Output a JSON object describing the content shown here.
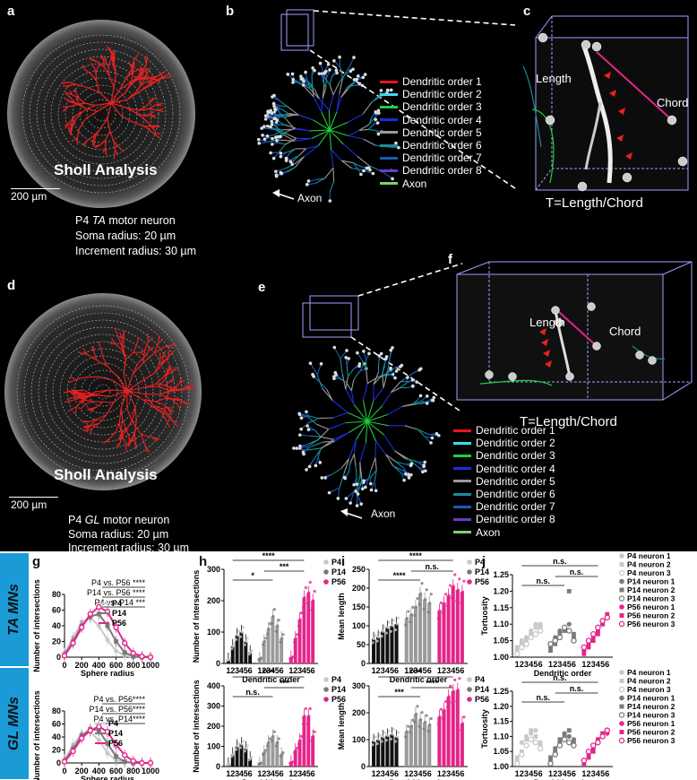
{
  "panels": {
    "a": {
      "letter": "a",
      "title": "Sholl Analysis",
      "scale": "200 µm",
      "caption_prefix": "P4",
      "caption_muscle": "TA",
      "caption_suffix": "motor neuron",
      "soma": "Soma radius: 20 µm",
      "increment": "Increment radius: 30 µm"
    },
    "b": {
      "letter": "b",
      "axon_label": "Axon"
    },
    "c": {
      "letter": "c",
      "length": "Length",
      "chord": "Chord",
      "formula": "T=Length/Chord"
    },
    "d": {
      "letter": "d",
      "title": "Sholl Analysis",
      "scale": "200 µm",
      "caption_prefix": "P4",
      "caption_muscle": "GL",
      "caption_suffix": "motor neuron",
      "soma": "Soma radius: 20 µm",
      "increment": "Increment radius: 30 µm"
    },
    "e": {
      "letter": "e",
      "axon_label": "Axon"
    },
    "f": {
      "letter": "f",
      "length": "Length",
      "chord": "Chord",
      "formula": "T=Length/Chord"
    },
    "g": {
      "letter": "g"
    },
    "h": {
      "letter": "h"
    },
    "i": {
      "letter": "i"
    },
    "j": {
      "letter": "j"
    }
  },
  "legend_dendrite": [
    {
      "label": "Dendritic order 1",
      "color": "#e8141b"
    },
    {
      "label": "Dendritic order 2",
      "color": "#3fd8f0"
    },
    {
      "label": "Dendritic order 3",
      "color": "#1ccf3a"
    },
    {
      "label": "Dendritic order 4",
      "color": "#1c2fd8"
    },
    {
      "label": "Dendritic order 5",
      "color": "#9a9a9a"
    },
    {
      "label": "Dendritic order 6",
      "color": "#1a8c96"
    },
    {
      "label": "Dendritic order 7",
      "color": "#1a5cb0"
    },
    {
      "label": "Dendritic order 8",
      "color": "#6a3cc8"
    },
    {
      "label": "Axon",
      "color": "#7fd070"
    }
  ],
  "rows": {
    "ta": "TA MNs",
    "gl": "GL MNs"
  },
  "colors": {
    "p4": "#c8c8c8",
    "p14": "#7a7a7a",
    "p56": "#e5248a",
    "band": "#1a9bd8"
  },
  "chart_data": [
    {
      "id": "g_ta",
      "type": "line",
      "xlabel": "Sphere radius",
      "ylabel": "Number of intersections",
      "xlim": [
        0,
        1000
      ],
      "ylim": [
        0,
        80
      ],
      "xticks": [
        "0",
        "200",
        "400",
        "600",
        "800",
        "1000"
      ],
      "yticks": [
        "0",
        "20",
        "40",
        "60",
        "80"
      ],
      "x": [
        0,
        100,
        200,
        300,
        400,
        500,
        600,
        700,
        800,
        900,
        1000
      ],
      "series": [
        {
          "name": "P4",
          "values": [
            5,
            25,
            45,
            50,
            40,
            22,
            8,
            2,
            0,
            0,
            0
          ]
        },
        {
          "name": "P14",
          "values": [
            3,
            20,
            40,
            52,
            55,
            40,
            20,
            6,
            1,
            0,
            0
          ]
        },
        {
          "name": "P56",
          "values": [
            2,
            18,
            38,
            55,
            64,
            58,
            38,
            18,
            5,
            1,
            0
          ]
        }
      ],
      "stats": [
        "P4 vs. P56 ****",
        "P14 vs. P56 ****",
        "P4 vs. P14 ***"
      ]
    },
    {
      "id": "g_gl",
      "type": "line",
      "xlabel": "Sphere radius",
      "ylabel": "Number of intersections",
      "xlim": [
        0,
        1000
      ],
      "ylim": [
        0,
        80
      ],
      "xticks": [
        "0",
        "200",
        "400",
        "600",
        "800",
        "1000"
      ],
      "yticks": [
        "0",
        "20",
        "40",
        "60",
        "80"
      ],
      "x": [
        0,
        100,
        200,
        300,
        400,
        500,
        600,
        700,
        800,
        900,
        1000
      ],
      "series": [
        {
          "name": "P4",
          "values": [
            5,
            28,
            45,
            48,
            35,
            15,
            4,
            1,
            0,
            0,
            0
          ]
        },
        {
          "name": "P14",
          "values": [
            3,
            22,
            42,
            52,
            50,
            30,
            10,
            2,
            0,
            0,
            0
          ]
        },
        {
          "name": "P56",
          "values": [
            2,
            18,
            38,
            50,
            56,
            48,
            28,
            12,
            3,
            0,
            0
          ]
        }
      ],
      "stats": [
        "P4 vs. P56****",
        "P14 vs. P56****",
        "P4 vs. P14****"
      ]
    },
    {
      "id": "h_ta",
      "type": "bar",
      "xlabel": "Dendritic order",
      "ylabel": "Number of intersections",
      "ylim": [
        0,
        300
      ],
      "yticks": [
        "0",
        "100",
        "200",
        "300"
      ],
      "categories": [
        "1",
        "2",
        "3",
        "4",
        "5",
        "6"
      ],
      "series": [
        {
          "name": "P4",
          "values": [
            12,
            55,
            90,
            100,
            70,
            35
          ]
        },
        {
          "name": "P14",
          "values": [
            15,
            70,
            110,
            150,
            120,
            80
          ]
        },
        {
          "name": "P56",
          "values": [
            18,
            80,
            140,
            210,
            225,
            200
          ]
        }
      ],
      "stats": [
        {
          "text": "****",
          "from": 0,
          "to": 2
        },
        {
          "text": "*",
          "from": 0,
          "to": 1
        },
        {
          "text": "***",
          "from": 1,
          "to": 2
        }
      ]
    },
    {
      "id": "h_gl",
      "type": "bar",
      "xlabel": "Dendritic order",
      "ylabel": "Number of intersections",
      "ylim": [
        0,
        400
      ],
      "yticks": [
        "0",
        "100",
        "200",
        "300",
        "400"
      ],
      "categories": [
        "1",
        "2",
        "3",
        "4",
        "5",
        "6"
      ],
      "series": [
        {
          "name": "P4",
          "values": [
            10,
            60,
            100,
            110,
            90,
            40
          ]
        },
        {
          "name": "P14",
          "values": [
            15,
            70,
            120,
            150,
            120,
            60
          ]
        },
        {
          "name": "P56",
          "values": [
            20,
            80,
            130,
            250,
            250,
            150
          ]
        }
      ],
      "stats": [
        {
          "text": "****",
          "from": 0,
          "to": 2
        },
        {
          "text": "n.s.",
          "from": 0,
          "to": 1
        },
        {
          "text": "***",
          "from": 1,
          "to": 2
        }
      ]
    },
    {
      "id": "i_ta",
      "type": "bar",
      "xlabel": "Dendritic order",
      "ylabel": "Mean length",
      "ylim": [
        0,
        250
      ],
      "yticks": [
        "0",
        "50",
        "100",
        "150",
        "200",
        "250"
      ],
      "categories": [
        "1",
        "2",
        "3",
        "4",
        "5",
        "6"
      ],
      "series": [
        {
          "name": "P4",
          "values": [
            65,
            70,
            85,
            95,
            100,
            105
          ]
        },
        {
          "name": "P14",
          "values": [
            120,
            130,
            150,
            185,
            170,
            160
          ]
        },
        {
          "name": "P56",
          "values": [
            140,
            160,
            180,
            205,
            195,
            190
          ]
        }
      ],
      "stats": [
        {
          "text": "****",
          "from": 0,
          "to": 2
        },
        {
          "text": "****",
          "from": 0,
          "to": 1
        },
        {
          "text": "n.s.",
          "from": 1,
          "to": 2
        }
      ]
    },
    {
      "id": "i_gl",
      "type": "bar",
      "xlabel": "Dendritic order",
      "ylabel": "Mean length",
      "ylim": [
        0,
        300
      ],
      "yticks": [
        "0",
        "100",
        "200",
        "300"
      ],
      "categories": [
        "1",
        "2",
        "3",
        "4",
        "5",
        "6"
      ],
      "series": [
        {
          "name": "P4",
          "values": [
            95,
            100,
            110,
            115,
            120,
            110
          ]
        },
        {
          "name": "P14",
          "values": [
            130,
            150,
            195,
            175,
            165,
            155
          ]
        },
        {
          "name": "P56",
          "values": [
            185,
            210,
            260,
            280,
            285,
            160
          ]
        }
      ],
      "stats": [
        {
          "text": "****",
          "from": 0,
          "to": 2
        },
        {
          "text": "***",
          "from": 0,
          "to": 1
        },
        {
          "text": "****",
          "from": 1,
          "to": 2
        }
      ]
    },
    {
      "id": "j_ta",
      "type": "scatter",
      "xlabel": "Dendritic order",
      "ylabel": "Tortuosity",
      "ylim": [
        1.0,
        1.25
      ],
      "yticks": [
        "1.00",
        "1.05",
        "1.10",
        "1.15",
        "1.20",
        "1.25"
      ],
      "categories": [
        "1",
        "2",
        "3",
        "4",
        "5",
        "6"
      ],
      "series": [
        {
          "name": "P4 neuron 1",
          "values": [
            1.02,
            1.04,
            1.06,
            1.08,
            1.1,
            1.09
          ]
        },
        {
          "name": "P4 neuron 2",
          "values": [
            1.03,
            1.05,
            1.05,
            1.07,
            1.09,
            1.1
          ]
        },
        {
          "name": "P4 neuron 3",
          "values": [
            1.01,
            1.03,
            1.04,
            1.06,
            1.07,
            1.08
          ]
        },
        {
          "name": "P14 neuron 1",
          "values": [
            1.03,
            1.06,
            1.08,
            1.09,
            1.1,
            1.06
          ]
        },
        {
          "name": "P14 neuron 2",
          "values": [
            1.02,
            1.04,
            1.07,
            1.08,
            1.2,
            1.07
          ]
        },
        {
          "name": "P14 neuron 3",
          "values": [
            1.04,
            1.05,
            1.06,
            1.09,
            1.08,
            1.05
          ]
        },
        {
          "name": "P56 neuron 1",
          "values": [
            1.02,
            1.04,
            1.06,
            1.08,
            1.1,
            1.12
          ]
        },
        {
          "name": "P56 neuron 2",
          "values": [
            1.01,
            1.03,
            1.05,
            1.07,
            1.1,
            1.13
          ]
        },
        {
          "name": "P56 neuron 3",
          "values": [
            1.03,
            1.05,
            1.07,
            1.09,
            1.11,
            1.12
          ]
        }
      ],
      "stats": [
        {
          "text": "n.s.",
          "from": 0,
          "to": 2
        },
        {
          "text": "n.s.",
          "from": 0,
          "to": 1
        },
        {
          "text": "n.s.",
          "from": 1,
          "to": 2
        }
      ]
    },
    {
      "id": "j_gl",
      "type": "scatter",
      "xlabel": "Dendritic order",
      "ylabel": "Tortuosity",
      "ylim": [
        1.0,
        1.25
      ],
      "yticks": [
        "1.00",
        "1.05",
        "1.10",
        "1.15",
        "1.20",
        "1.25"
      ],
      "categories": [
        "1",
        "2",
        "3",
        "4",
        "5",
        "6"
      ],
      "series": [
        {
          "name": "P4 neuron 1",
          "values": [
            1.02,
            1.08,
            1.1,
            1.11,
            1.12,
            1.08
          ]
        },
        {
          "name": "P4 neuron 2",
          "values": [
            1.03,
            1.05,
            1.09,
            1.12,
            1.1,
            1.07
          ]
        },
        {
          "name": "P4 neuron 3",
          "values": [
            1.01,
            1.04,
            1.07,
            1.09,
            1.08,
            1.06
          ]
        },
        {
          "name": "P14 neuron 1",
          "values": [
            1.02,
            1.05,
            1.08,
            1.11,
            1.1,
            1.09
          ]
        },
        {
          "name": "P14 neuron 2",
          "values": [
            1.03,
            1.06,
            1.09,
            1.1,
            1.12,
            1.08
          ]
        },
        {
          "name": "P14 neuron 3",
          "values": [
            1.01,
            1.04,
            1.07,
            1.09,
            1.08,
            1.07
          ]
        },
        {
          "name": "P56 neuron 1",
          "values": [
            1.02,
            1.04,
            1.06,
            1.08,
            1.1,
            1.11
          ]
        },
        {
          "name": "P56 neuron 2",
          "values": [
            1.01,
            1.03,
            1.05,
            1.09,
            1.11,
            1.12
          ]
        },
        {
          "name": "P56 neuron 3",
          "values": [
            1.02,
            1.05,
            1.07,
            1.08,
            1.1,
            1.12
          ]
        }
      ],
      "stats": [
        {
          "text": "n.s.",
          "from": 0,
          "to": 2
        },
        {
          "text": "n.s.",
          "from": 0,
          "to": 1
        },
        {
          "text": "n.s.",
          "from": 1,
          "to": 2
        }
      ]
    }
  ]
}
